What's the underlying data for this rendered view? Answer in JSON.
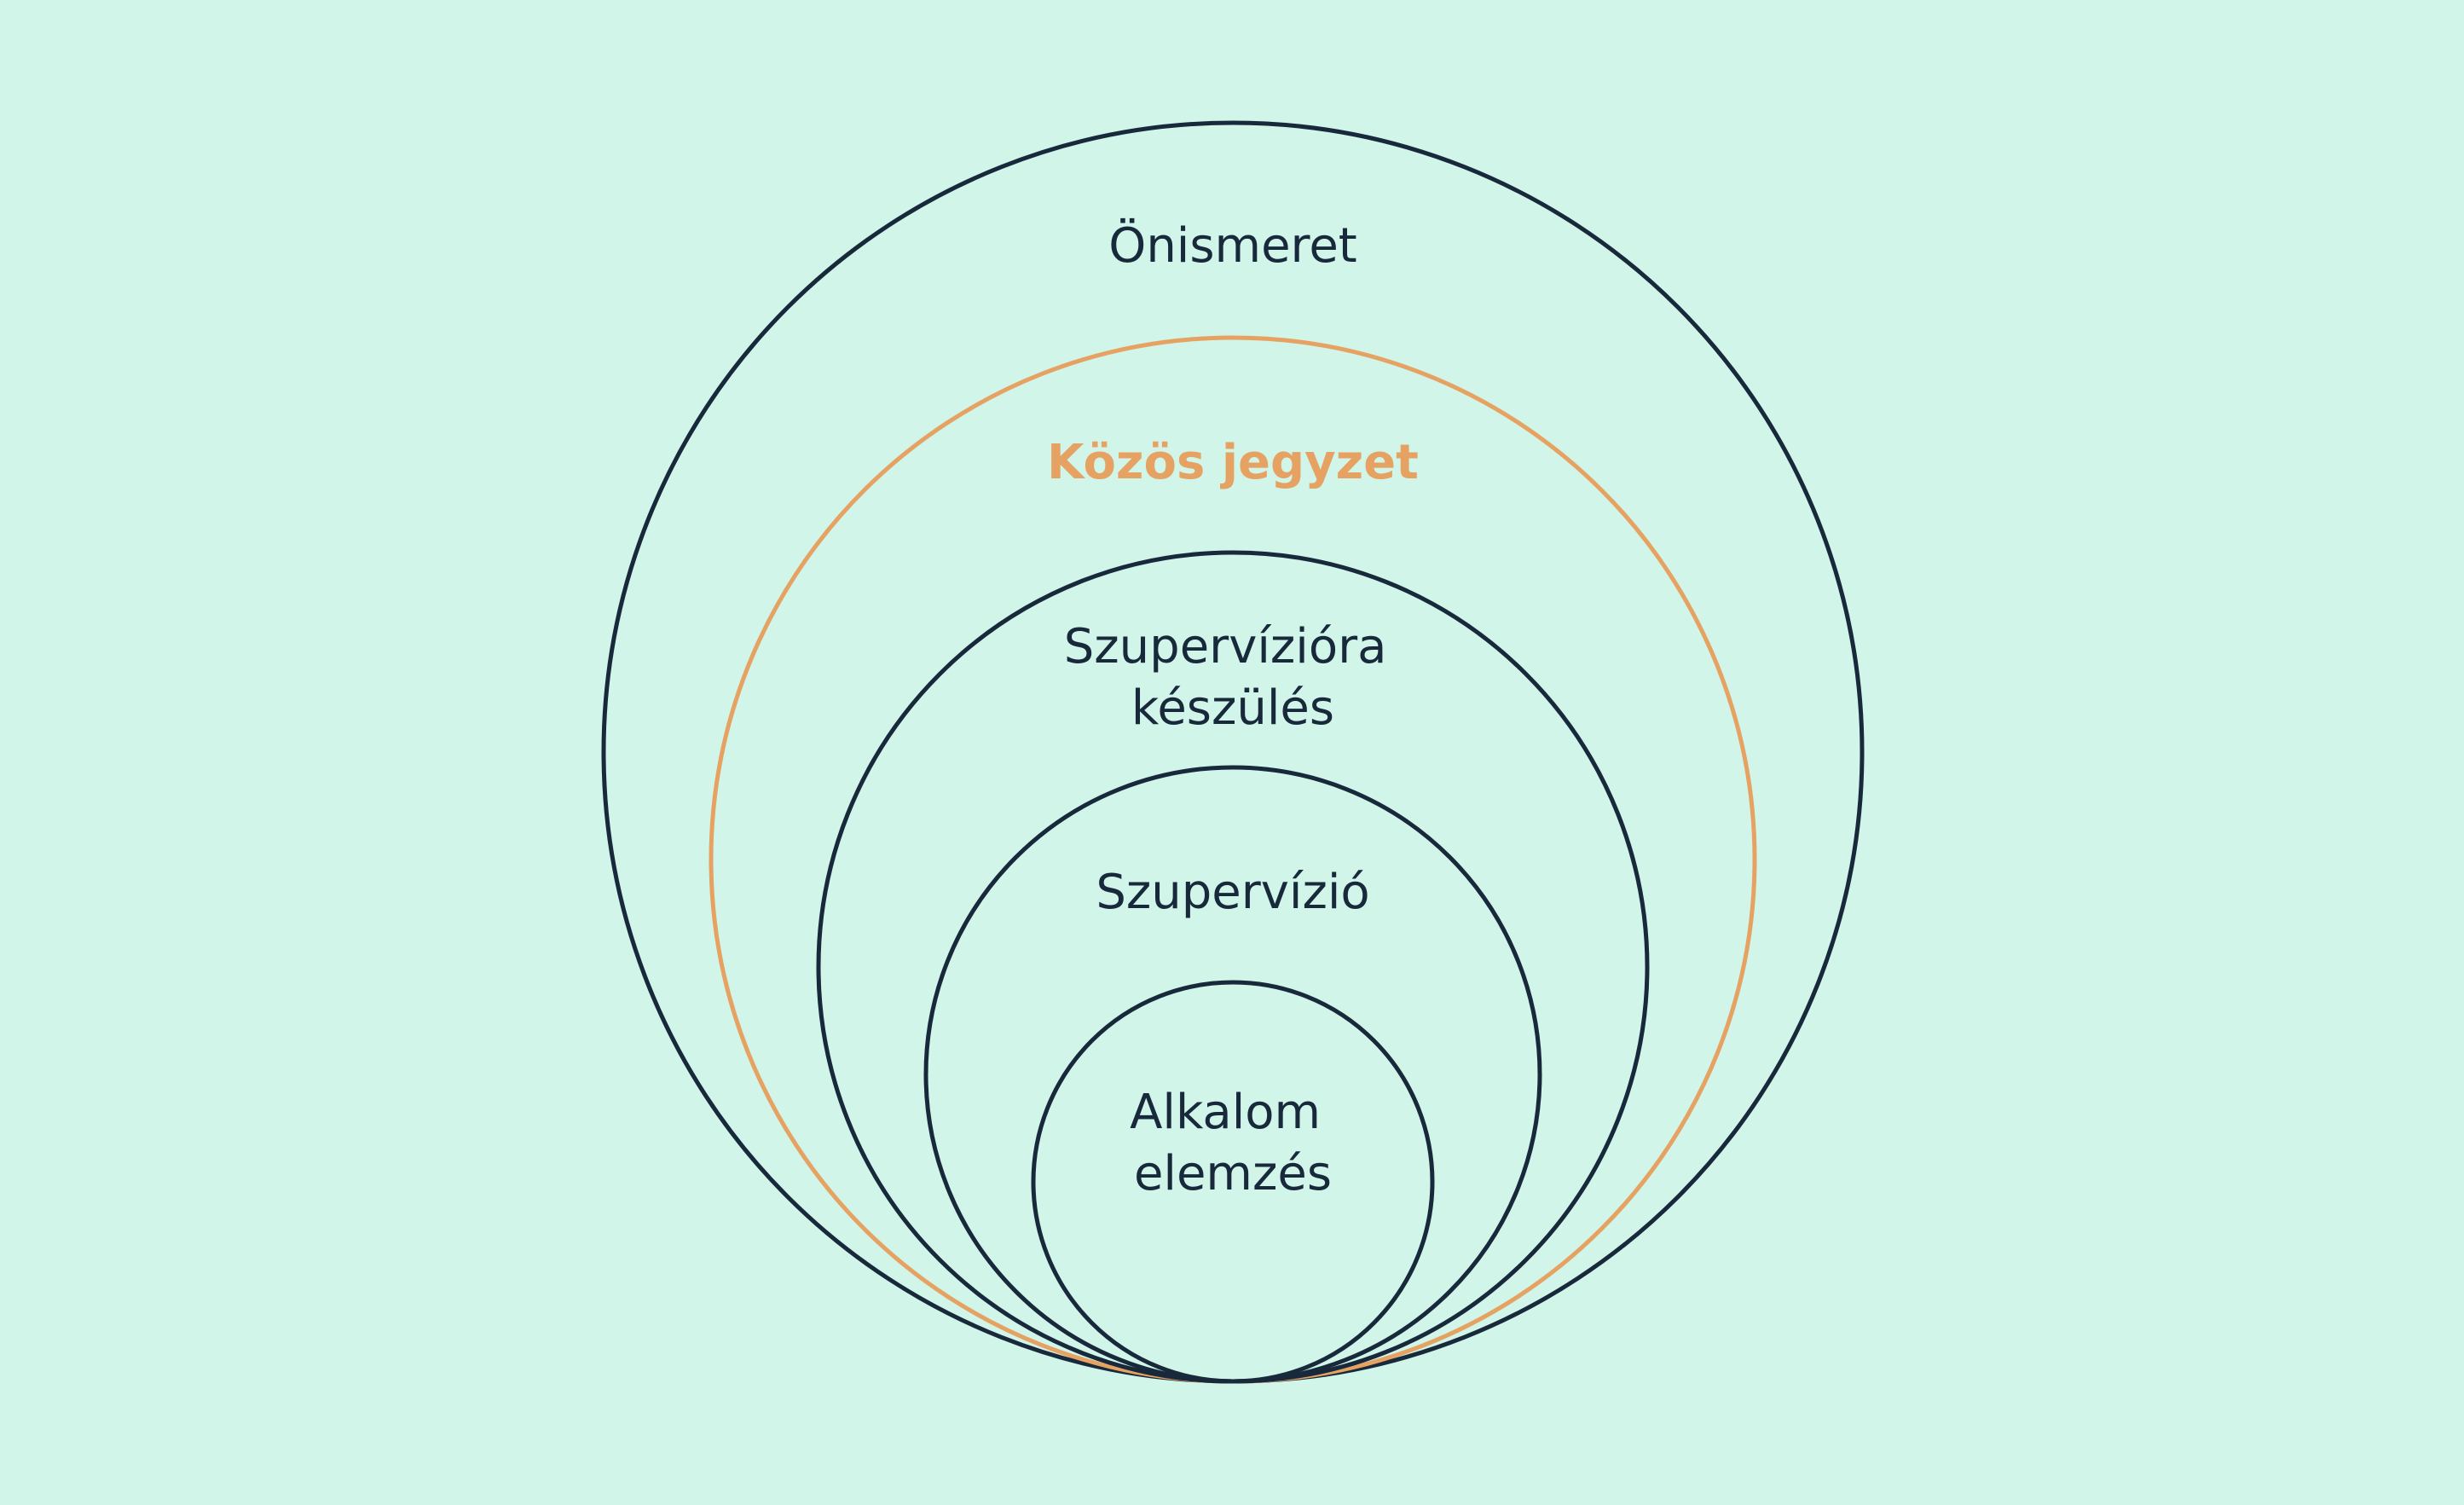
{
  "colors": {
    "background": "#d1f5e8",
    "dark": "#17293b",
    "accent": "#e6a262"
  },
  "rings": [
    {
      "id": "onismeret",
      "lines": [
        "Önismeret"
      ],
      "color": "dark",
      "bold": false
    },
    {
      "id": "kozos-jegyzet",
      "lines": [
        "Közös jegyzet"
      ],
      "color": "accent",
      "bold": true
    },
    {
      "id": "szupervziora-keszules",
      "lines": [
        "Szupervízióra",
        "készülés"
      ],
      "color": "dark",
      "bold": false
    },
    {
      "id": "szupervizio",
      "lines": [
        "Szupervízió"
      ],
      "color": "dark",
      "bold": false
    },
    {
      "id": "alkalom-elemzes",
      "lines": [
        "Alkalom",
        "elemzés"
      ],
      "color": "dark",
      "bold": false
    }
  ]
}
